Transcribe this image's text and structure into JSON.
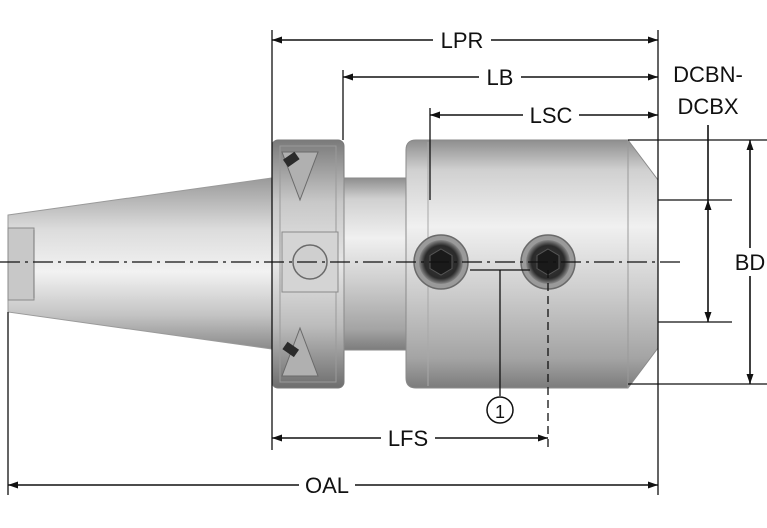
{
  "labels": {
    "lpr": "LPR",
    "lb": "LB",
    "lsc": "LSC",
    "dcbn": "DCBN-",
    "dcbx": "DCBX",
    "bd": "BD",
    "lfs": "LFS",
    "oal": "OAL",
    "callout": "1"
  },
  "colors": {
    "metal_light": "#e4e4e4",
    "metal_mid": "#bdbdbd",
    "metal_dark": "#7a7a7a",
    "line": "#111111"
  }
}
